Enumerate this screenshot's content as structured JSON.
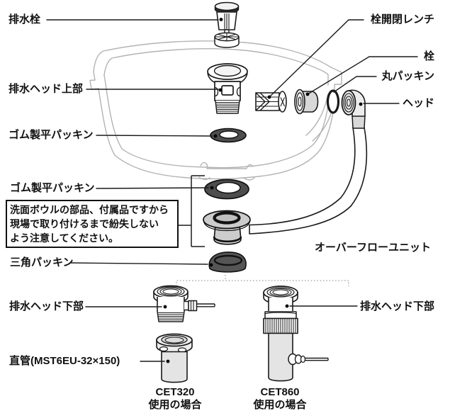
{
  "figure": {
    "title_context": "sink-drain-exploded-diagram",
    "colors": {
      "line": "#1a1a1a",
      "basin_line": "#b3b3b3",
      "rubber": "#4d4d4d",
      "rubber_dark": "#555555",
      "metal_light": "#d9d9d9",
      "background": "#ffffff"
    },
    "labels": {
      "drain_plug": "排水栓",
      "drain_head_upper": "排水ヘッド上部",
      "rubber_flat_packing_1": "ゴム製平パッキン",
      "rubber_flat_packing_2": "ゴム製平パッキン",
      "triangle_packing": "三角パッキン",
      "drain_head_lower_left": "排水ヘッド下部",
      "straight_pipe": "直管(MST6EU-32×150)",
      "plug_open_close_wrench": "栓開閉レンチ",
      "plug": "栓",
      "round_packing": "丸パッキン",
      "head": "ヘッド",
      "overflow_unit": "オーバーフローユニット",
      "drain_head_lower_right": "排水ヘッド下部"
    },
    "captions": {
      "cet320_model": "CET320",
      "cet320_usage": "使用の場合",
      "cet860_model": "CET860",
      "cet860_usage": "使用の場合"
    },
    "note": {
      "lines": [
        "洗面ボウルの部品、付属品ですから",
        "現場で取り付けるまで紛失しない",
        "よう注意してください。"
      ]
    }
  }
}
